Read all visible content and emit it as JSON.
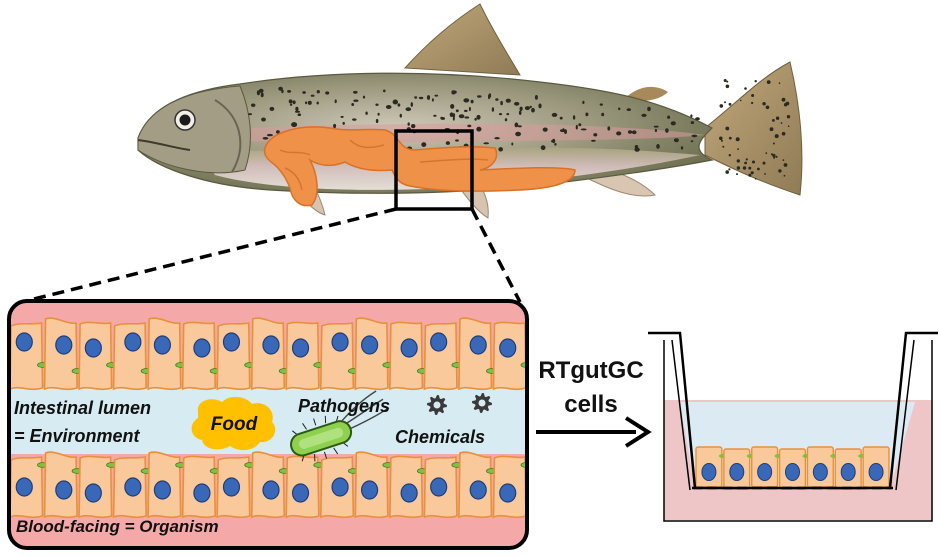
{
  "labels": {
    "lumen_line1": "Intestinal lumen",
    "lumen_line2": "= Environment",
    "food": "Food",
    "pathogens": "Pathogens",
    "chemicals": "Chemicals",
    "blood_facing": "Blood-facing = Organism",
    "cell_line_1": "RTgutGC",
    "cell_line_2": "cells"
  },
  "colors": {
    "tissue_pink": "#f4a9a8",
    "lumen_blue": "#d6ebf2",
    "cell_orange": "#f9c89b",
    "cell_border": "#e8913a",
    "nucleus": "#3a68b8",
    "junction": "#7dc242",
    "intestine": "#f0914a",
    "food": "#ffc000",
    "medium_blue": "#dcebf3",
    "basal_pink": "#efc6c8"
  }
}
